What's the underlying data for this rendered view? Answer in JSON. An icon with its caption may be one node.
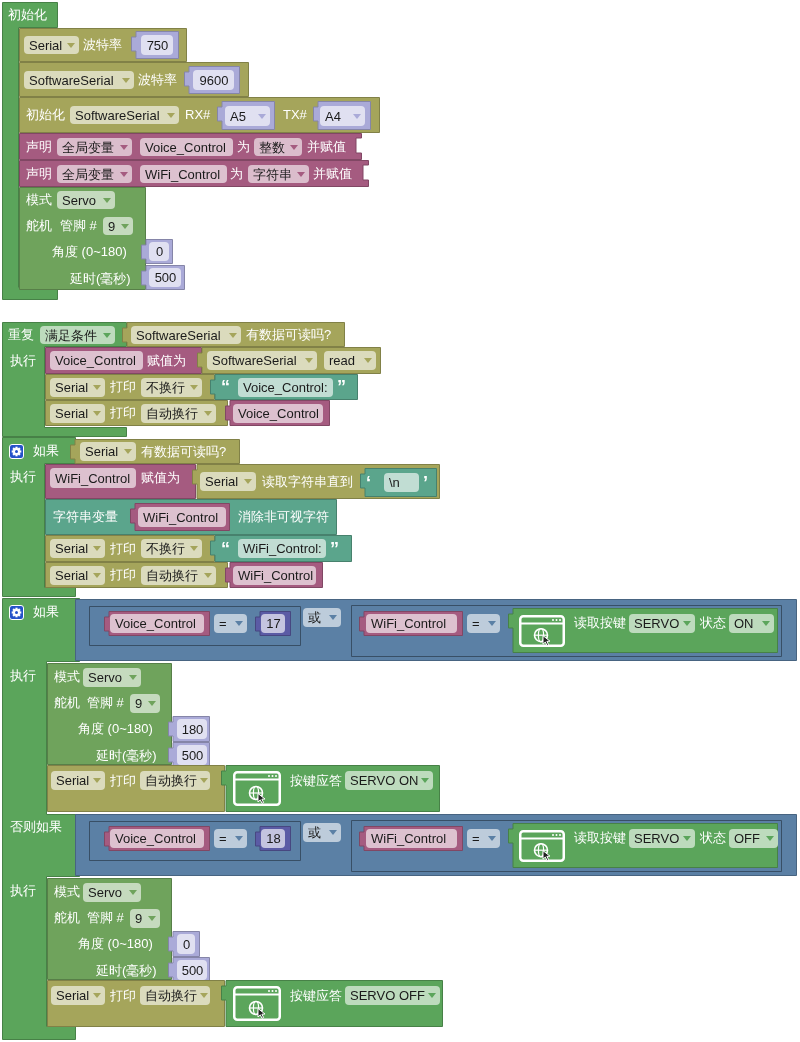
{
  "diagram": {
    "nodes": [
      {
        "text": [
          "初始化"
        ]
      },
      {
        "text": [
          "波特率"
        ]
      },
      {
        "text": [
          "Serial"
        ],
        "in": 1
      },
      {
        "text": [
          "750"
        ],
        "in": 1
      },
      {
        "text": [
          "波特率"
        ]
      },
      {
        "text": [
          "SoftwareSerial"
        ],
        "in": 4
      },
      {
        "text": [
          "9600"
        ],
        "in": 4
      },
      {
        "text": [
          "初始化",
          "RX#",
          "TX#"
        ]
      },
      {
        "text": [
          "SoftwareSerial"
        ],
        "in": 7
      },
      {
        "text": [
          "A5"
        ],
        "in": 7
      },
      {
        "text": [
          "A4"
        ],
        "in": 7
      },
      {
        "text": [
          "声明",
          "为",
          "并赋值"
        ]
      },
      {
        "text": [
          "全局变量"
        ],
        "in": 11
      },
      {
        "text": [
          "Voice_Control"
        ],
        "in": 11
      },
      {
        "text": [
          "整数"
        ],
        "in": 11
      },
      {
        "text": [
          "声明",
          "为",
          "并赋值"
        ]
      },
      {
        "text": [
          "全局变量"
        ],
        "in": 15
      },
      {
        "text": [
          "WiFi_Control"
        ],
        "in": 15
      },
      {
        "text": [
          "字符串"
        ],
        "in": 15
      },
      {
        "text": [
          "模式",
          "舵机",
          "管脚 #",
          "角度 (0~180)",
          "延时(毫秒)"
        ]
      },
      {
        "text": [
          "Servo"
        ],
        "in": 19
      },
      {
        "text": [
          "9"
        ],
        "in": 19
      },
      {
        "text": [
          "0"
        ]
      },
      {
        "text": [
          "500"
        ]
      },
      {
        "text": [
          "重复",
          "执行"
        ]
      },
      {
        "text": [
          "满足条件"
        ],
        "in": 24
      },
      {
        "text": [
          "有数据可读吗?"
        ]
      },
      {
        "text": [
          "SoftwareSerial"
        ],
        "in": 26
      },
      {
        "text": [
          "赋值为"
        ]
      },
      {
        "text": [
          "Voice_Control"
        ],
        "in": 28
      },
      {
        "text": [],
        "shape": "box"
      },
      {
        "text": [
          "SoftwareSerial"
        ],
        "in": 30
      },
      {
        "text": [
          "read"
        ],
        "in": 30
      },
      {
        "text": [
          "打印"
        ]
      },
      {
        "text": [
          "Serial"
        ],
        "in": 33
      },
      {
        "text": [
          "不换行"
        ],
        "in": 33
      },
      {
        "text": [
          "“",
          "Voice_Control:",
          "”"
        ]
      },
      {
        "text": [
          "打印"
        ]
      },
      {
        "text": [
          "Serial"
        ],
        "in": 37
      },
      {
        "text": [
          "自动换行"
        ],
        "in": 37
      },
      {
        "text": [
          "Voice_Control"
        ]
      },
      {
        "text": [
          "如果",
          "执行"
        ]
      },
      {
        "text": [
          "有数据可读吗?"
        ]
      },
      {
        "text": [
          "Serial"
        ],
        "in": 42
      },
      {
        "text": [
          "赋值为"
        ]
      },
      {
        "text": [
          "WiFi_Control"
        ],
        "in": 44
      },
      {
        "text": [
          "读取字符串直到"
        ]
      },
      {
        "text": [
          "Serial"
        ],
        "in": 46
      },
      {
        "text": [
          "‘",
          "\\n",
          "’"
        ],
        "in": 46
      },
      {
        "text": [
          "字符串变量",
          "消除非可视字符"
        ]
      },
      {
        "text": [
          "WiFi_Control"
        ],
        "in": 49
      },
      {
        "text": [
          "打印"
        ]
      },
      {
        "text": [
          "Serial"
        ],
        "in": 51
      },
      {
        "text": [
          "不换行"
        ],
        "in": 51
      },
      {
        "text": [
          "“",
          "WiFi_Control:",
          "”"
        ]
      },
      {
        "text": [
          "打印"
        ]
      },
      {
        "text": [
          "Serial"
        ],
        "in": 55
      },
      {
        "text": [
          "自动换行"
        ],
        "in": 55
      },
      {
        "text": [
          "WiFi_Control"
        ]
      },
      {
        "text": [
          "如果",
          "执行",
          "否则如果",
          "执行"
        ]
      },
      {
        "text": [],
        "shape": "box"
      },
      {
        "text": [],
        "shape": "box",
        "in": 60
      },
      {
        "text": [
          "Voice_Control"
        ],
        "in": 61
      },
      {
        "text": [
          "="
        ],
        "in": 61
      },
      {
        "text": [
          "17"
        ],
        "in": 61
      },
      {
        "text": [
          "或"
        ],
        "in": 60
      },
      {
        "text": [],
        "shape": "box",
        "in": 60
      },
      {
        "text": [
          "WiFi_Control"
        ],
        "in": 66
      },
      {
        "text": [
          "="
        ],
        "in": 66
      },
      {
        "text": [
          "读取按键",
          "状态"
        ],
        "in": 66
      },
      {
        "text": [
          "SERVO"
        ],
        "in": 69
      },
      {
        "text": [
          "ON"
        ],
        "in": 69
      },
      {
        "text": [
          "模式",
          "舵机",
          "管脚 #",
          "角度 (0~180)",
          "延时(毫秒)"
        ]
      },
      {
        "text": [
          "Servo"
        ],
        "in": 72
      },
      {
        "text": [
          "9"
        ],
        "in": 72
      },
      {
        "text": [
          "180"
        ]
      },
      {
        "text": [
          "500"
        ]
      },
      {
        "text": [
          "打印"
        ]
      },
      {
        "text": [
          "Serial"
        ],
        "in": 77
      },
      {
        "text": [
          "自动换行"
        ],
        "in": 77
      },
      {
        "text": [
          "按键应答"
        ]
      },
      {
        "text": [
          "SERVO ON"
        ],
        "in": 80
      },
      {
        "text": [],
        "shape": "box"
      },
      {
        "text": [],
        "shape": "box",
        "in": 82
      },
      {
        "text": [
          "Voice_Control"
        ],
        "in": 83
      },
      {
        "text": [
          "="
        ],
        "in": 83
      },
      {
        "text": [
          "18"
        ],
        "in": 83
      },
      {
        "text": [
          "或"
        ],
        "in": 82
      },
      {
        "text": [],
        "shape": "box",
        "in": 82
      },
      {
        "text": [
          "WiFi_Control"
        ],
        "in": 88
      },
      {
        "text": [
          "="
        ],
        "in": 88
      },
      {
        "text": [
          "读取按键",
          "状态"
        ],
        "in": 88
      },
      {
        "text": [
          "SERVO"
        ],
        "in": 91
      },
      {
        "text": [
          "OFF"
        ],
        "in": 91
      },
      {
        "text": [
          "模式",
          "舵机",
          "管脚 #",
          "角度 (0~180)",
          "延时(毫秒)"
        ]
      },
      {
        "text": [
          "Servo"
        ],
        "in": 94
      },
      {
        "text": [
          "9"
        ],
        "in": 94
      },
      {
        "text": [
          "0"
        ]
      },
      {
        "text": [
          "500"
        ]
      },
      {
        "text": [
          "打印"
        ]
      },
      {
        "text": [
          "Serial"
        ],
        "in": 99
      },
      {
        "text": [
          "自动换行"
        ],
        "in": 99
      },
      {
        "text": [
          "按键应答"
        ]
      },
      {
        "text": [
          "SERVO OFF"
        ],
        "in": 102
      }
    ]
  }
}
